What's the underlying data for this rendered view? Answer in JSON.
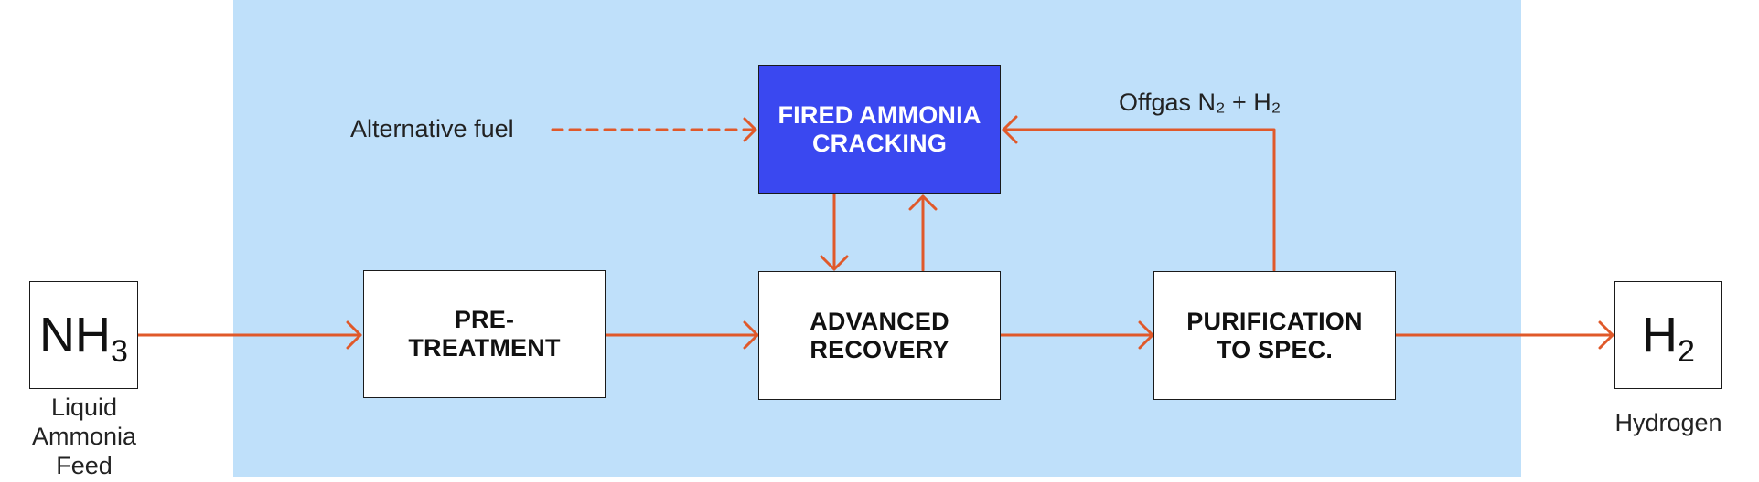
{
  "colors": {
    "panel": "#bfe0fa",
    "arrow": "#e0592a",
    "fired_box": "#3a48f0",
    "box_border": "#1a1a1a"
  },
  "input": {
    "formula_main": "NH",
    "formula_sub": "3",
    "caption_lines": [
      "Liquid",
      "Ammonia",
      "Feed"
    ]
  },
  "output": {
    "formula_main": "H",
    "formula_sub": "2",
    "caption": "Hydrogen"
  },
  "process": {
    "pretreatment": "PRE-\nTREATMENT",
    "advanced_recovery": "ADVANCED\nRECOVERY",
    "purification": "PURIFICATION\nTO SPEC.",
    "fired_cracking": "FIRED AMMONIA\nCRACKING"
  },
  "labels": {
    "alternative_fuel": "Alternative fuel",
    "offgas": "Offgas N₂ + H₂"
  }
}
